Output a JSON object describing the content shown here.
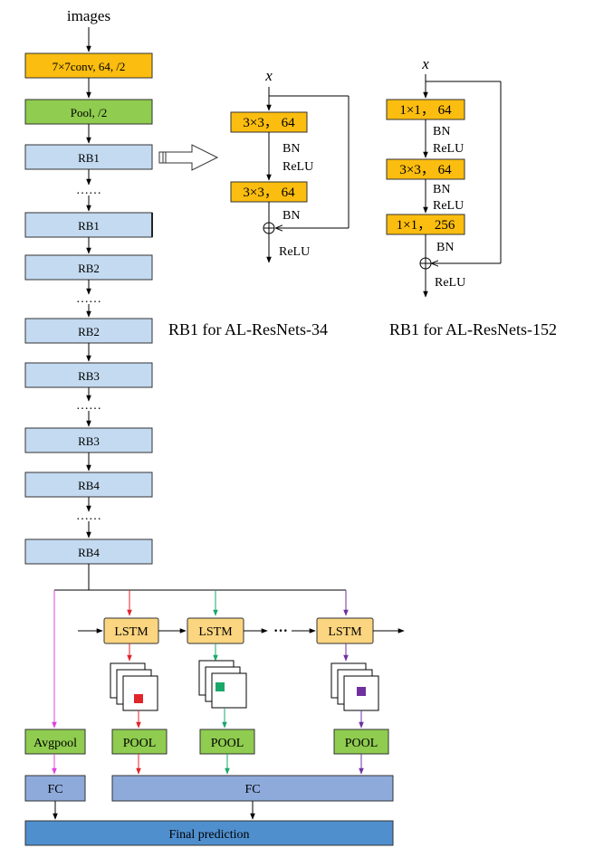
{
  "input_label": "images",
  "conv_label": "7×7conv, 64, /2",
  "pool_label": "Pool, /2",
  "rb1_label": "RB1",
  "rb2_label": "RB2",
  "rb3_label": "RB3",
  "rb4_label": "RB4",
  "ellipsis": "……",
  "lstm_label": "LSTM",
  "lstm_ellipsis": "···",
  "avgpool_label": "Avgpool",
  "pool_upper_label": "POOL",
  "fc_label": "FC",
  "final_label": "Final prediction",
  "block34": {
    "input": "x",
    "conv_a": "3×3， 64",
    "conv_b": "3×3， 64",
    "bn": "BN",
    "relu": "ReLU",
    "caption": "RB1 for AL-ResNets-34"
  },
  "block152": {
    "input": "x",
    "conv_a": "1×1， 64",
    "conv_b": "3×3， 64",
    "conv_c": "1×1， 256",
    "bn": "BN",
    "relu": "ReLU",
    "caption": "RB1 for AL-ResNets-152"
  },
  "colors": {
    "orange": "#fbbd0f",
    "green": "#8fcc4f",
    "light_blue": "#c3daf0",
    "lstm_fill": "#fbd57f",
    "fc_blue": "#8eaadb",
    "final_blue": "#4f8fce",
    "red": "#e0252b",
    "teal": "#1aa86a",
    "purple": "#7030a0",
    "magenta": "#e040e0"
  }
}
